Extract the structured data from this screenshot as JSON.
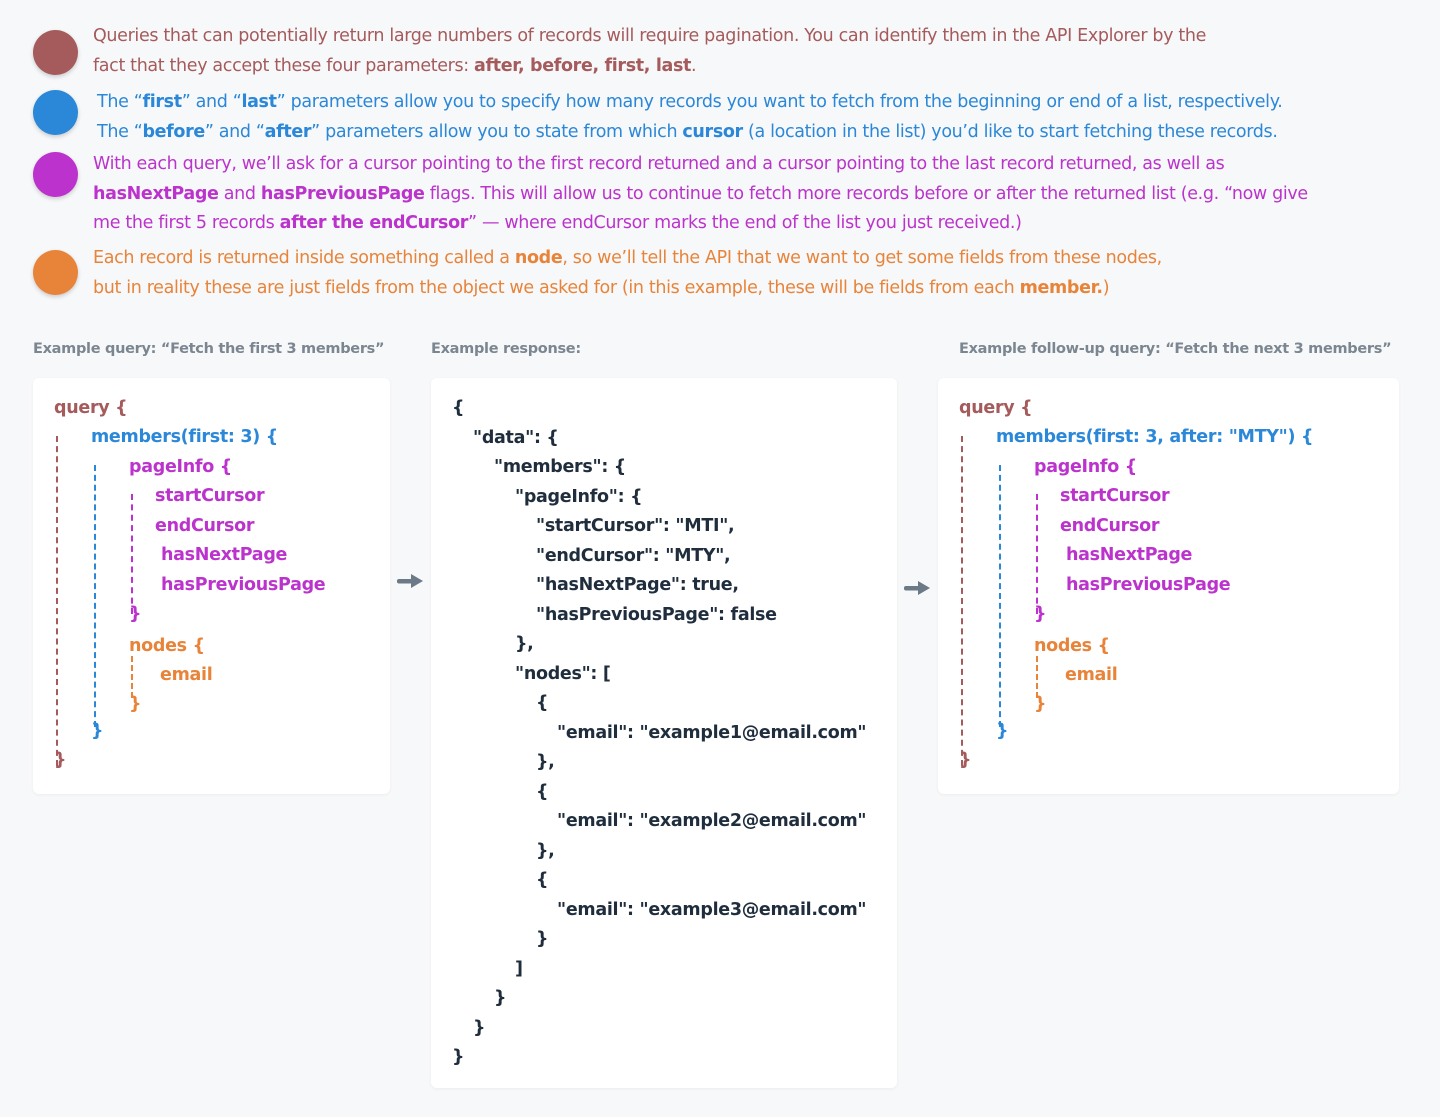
{
  "bullets": [
    {
      "color": "#a55a5b",
      "lines": [
        [
          "Queries that can potentially return large numbers of records will require pagination. You can identify them in the API Explorer by the"
        ],
        [
          "fact that they accept these four parameters: ",
          {
            "b": "after, before, first, last"
          },
          "."
        ]
      ]
    },
    {
      "color": "#2b87d8",
      "lines": [
        [
          "The “",
          {
            "b": "first"
          },
          "” and “",
          {
            "b": "last"
          },
          "” parameters allow you to specify how many records you want to fetch from the beginning or end of a list, respectively."
        ],
        [
          "The “",
          {
            "b": "before"
          },
          "” and “",
          {
            "b": "after"
          },
          "” parameters allow you to state from which ",
          {
            "b": "cursor"
          },
          " (a location in the list) you’d like to start fetching these records."
        ]
      ]
    },
    {
      "color": "#bb33cc",
      "lines": [
        [
          "With each query, we’ll ask for a cursor pointing to the first record returned and a cursor pointing to the last record returned, as well as"
        ],
        [
          {
            "b": "hasNextPage"
          },
          " and ",
          {
            "b": "hasPreviousPage"
          },
          " flags. This will allow us to continue to fetch more records before or after the returned list (e.g. “now give"
        ],
        [
          "me the first 5 records ",
          {
            "b": "after the endCursor"
          },
          "” — where endCursor marks the end of the list you just received.)"
        ]
      ]
    },
    {
      "color": "#e8843a",
      "lines": [
        [
          "Each record is returned inside something called a ",
          {
            "b": "node"
          },
          ", so we’ll tell the API that we want to get some fields from these nodes,"
        ],
        [
          "but in reality these are just fields from the object we asked for (in this example, these will be fields from each ",
          {
            "b": "member."
          },
          ")"
        ]
      ]
    }
  ],
  "panels": {
    "query": {
      "caption": "Example query: “Fetch the first 3 members”",
      "lines": {
        "open": "query {",
        "members": "members(first: 3) {",
        "pageinfo": "pageInfo {",
        "start": "startCursor",
        "end": "endCursor",
        "next": "hasNextPage",
        "prev": "hasPreviousPage",
        "pageinfo_close": "}",
        "nodes": "nodes {",
        "email": "email",
        "nodes_close": "}",
        "members_close": "}",
        "close": "}"
      }
    },
    "response": {
      "caption": "Example response:",
      "lines": [
        "{",
        "  \"data\": {",
        "    \"members\": {",
        "      \"pageInfo\": {",
        "        \"startCursor\": \"MTI\",",
        "        \"endCursor\": \"MTY\",",
        "        \"hasNextPage\": true,",
        "        \"hasPreviousPage\": false",
        "      },",
        "      \"nodes\": [",
        "        {",
        "          \"email\": \"example1@email.com\"",
        "        },",
        "        {",
        "          \"email\": \"example2@email.com\"",
        "        },",
        "        {",
        "          \"email\": \"example3@email.com\"",
        "        }",
        "      ]",
        "    }",
        "  }",
        "}"
      ]
    },
    "followup": {
      "caption": "Example follow-up query: “Fetch the next 3 members”",
      "lines": {
        "open": "query {",
        "members": "members(first: 3, after: \"MTY\") {",
        "pageinfo": "pageInfo {",
        "start": "startCursor",
        "end": "endCursor",
        "next": "hasNextPage",
        "prev": "hasPreviousPage",
        "pageinfo_close": "}",
        "nodes": "nodes {",
        "email": "email",
        "nodes_close": "}",
        "members_close": "}",
        "close": "}"
      }
    }
  },
  "arrows": [
    "arrow-right-icon",
    "arrow-right-icon"
  ]
}
